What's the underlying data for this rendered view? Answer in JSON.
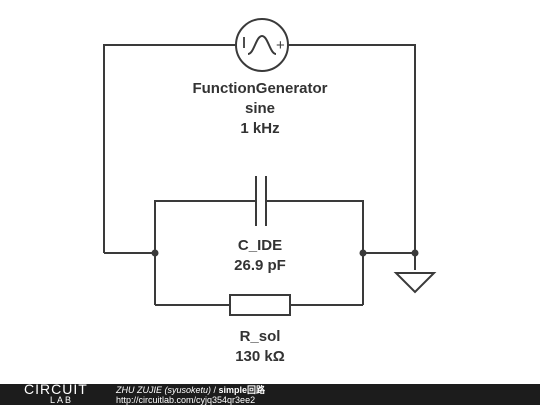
{
  "source": {
    "name": "FunctionGenerator",
    "waveform": "sine",
    "frequency": "1 kHz",
    "symbol_minus": "-",
    "symbol_plus": "+"
  },
  "capacitor": {
    "name": "C_IDE",
    "value": "26.9 pF"
  },
  "resistor": {
    "name": "R_sol",
    "value": "130 kΩ"
  },
  "footer": {
    "logo_top": "CIRCUIT",
    "logo_bottom": "LAB",
    "author": "ZHU ZUJIE (syusoketu)",
    "separator": " / ",
    "title": "simple回路",
    "url": "http://circuitlab.com/cyjq354qr3ee2"
  },
  "colors": {
    "wire": "#3a3a3a",
    "text": "#333333",
    "footer_bg": "#1c1c1c"
  }
}
